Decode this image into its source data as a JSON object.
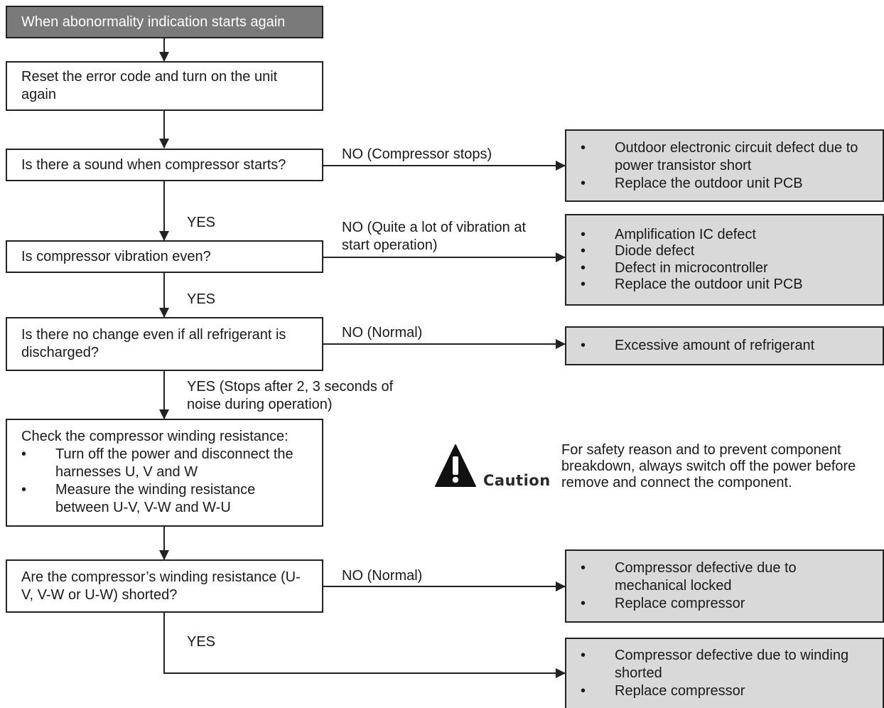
{
  "start": "When abonormality indication starts again",
  "step_reset": "Reset the error code and turn on the unit again",
  "q_sound": "Is there a sound when compressor starts?",
  "q_vibration": "Is compressor vibration even?",
  "q_refrigerant": "Is there no change even if all refrigerant is discharged?",
  "check": {
    "title": "Check the compressor winding resistance:",
    "items": [
      "Turn off the power and disconnect the harnesses U, V and W",
      "Measure the winding resistance between U-V, V-W and W-U"
    ]
  },
  "q_winding": "Are the compressor’s winding resistance (U-V, V-W or U-W) shorted?",
  "labels": {
    "no_compressor_stops": "NO (Compressor stops)",
    "yes_1": "YES",
    "no_vibration": "NO (Quite a lot of vibration at start operation)",
    "yes_2": "YES",
    "no_normal_1": "NO (Normal)",
    "yes_stops": "YES (Stops after 2, 3 seconds of noise during operation)",
    "no_normal_2": "NO (Normal)",
    "yes_3": "YES"
  },
  "results": {
    "r1": [
      "Outdoor electronic circuit defect due to power transistor short",
      "Replace the outdoor unit PCB"
    ],
    "r2": [
      "Amplification IC defect",
      "Diode defect",
      "Defect in microcontroller",
      "Replace the outdoor unit PCB"
    ],
    "r3": [
      "Excessive amount of refrigerant"
    ],
    "r4": [
      "Compressor defective due to mechanical locked",
      "Replace compressor"
    ],
    "r5": [
      "Compressor defective due to winding shorted",
      "Replace compressor"
    ]
  },
  "caution": {
    "word": "Caution",
    "text": "For safety reason and to prevent component breakdown, always switch off the power before remove and connect the component."
  },
  "icons": [
    "warning-triangle-icon"
  ],
  "colors": {
    "start_fill": "#7a7a7a",
    "result_fill": "#d9d9d9",
    "line": "#222222"
  }
}
